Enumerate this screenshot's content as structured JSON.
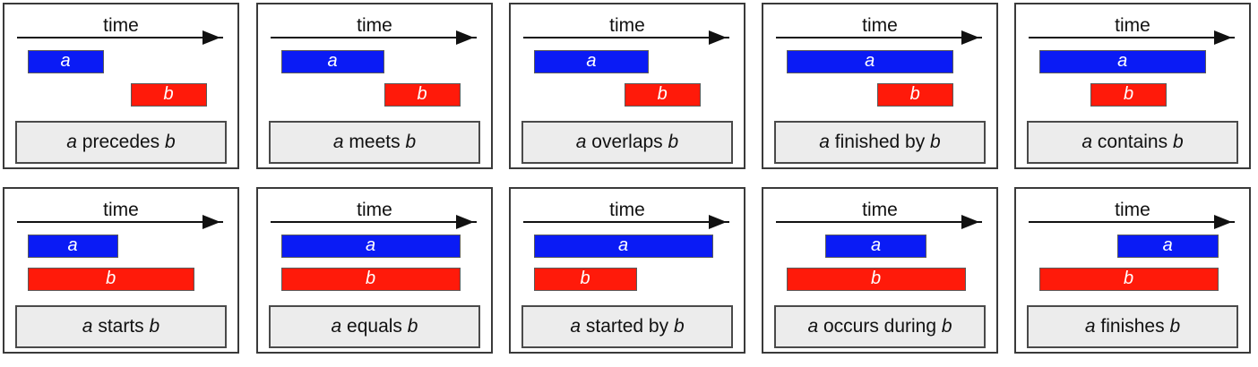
{
  "axis_label": "time",
  "bar_labels": {
    "a": "a",
    "b": "b"
  },
  "colors": {
    "a": "#0a1bf5",
    "b": "#ff1a0a"
  },
  "relations": [
    {
      "a_var": "a",
      "relation": "precedes",
      "b_var": "b",
      "a_interval": [
        0.05,
        0.42
      ],
      "b_interval": [
        0.55,
        0.92
      ]
    },
    {
      "a_var": "a",
      "relation": "meets",
      "b_var": "b",
      "a_interval": [
        0.05,
        0.55
      ],
      "b_interval": [
        0.55,
        0.92
      ]
    },
    {
      "a_var": "a",
      "relation": "overlaps",
      "b_var": "b",
      "a_interval": [
        0.05,
        0.61
      ],
      "b_interval": [
        0.49,
        0.86
      ]
    },
    {
      "a_var": "a",
      "relation": "finished by",
      "b_var": "b",
      "a_interval": [
        0.05,
        0.86
      ],
      "b_interval": [
        0.49,
        0.86
      ]
    },
    {
      "a_var": "a",
      "relation": "contains",
      "b_var": "b",
      "a_interval": [
        0.05,
        0.86
      ],
      "b_interval": [
        0.3,
        0.67
      ]
    },
    {
      "a_var": "a",
      "relation": "starts",
      "b_var": "b",
      "a_interval": [
        0.05,
        0.49
      ],
      "b_interval": [
        0.05,
        0.86
      ]
    },
    {
      "a_var": "a",
      "relation": "equals",
      "b_var": "b",
      "a_interval": [
        0.05,
        0.92
      ],
      "b_interval": [
        0.05,
        0.92
      ]
    },
    {
      "a_var": "a",
      "relation": "started by",
      "b_var": "b",
      "a_interval": [
        0.05,
        0.92
      ],
      "b_interval": [
        0.05,
        0.55
      ]
    },
    {
      "a_var": "a",
      "relation": "occurs during",
      "b_var": "b",
      "a_interval": [
        0.24,
        0.73
      ],
      "b_interval": [
        0.05,
        0.92
      ]
    },
    {
      "a_var": "a",
      "relation": "finishes",
      "b_var": "b",
      "a_interval": [
        0.43,
        0.92
      ],
      "b_interval": [
        0.05,
        0.92
      ]
    }
  ]
}
